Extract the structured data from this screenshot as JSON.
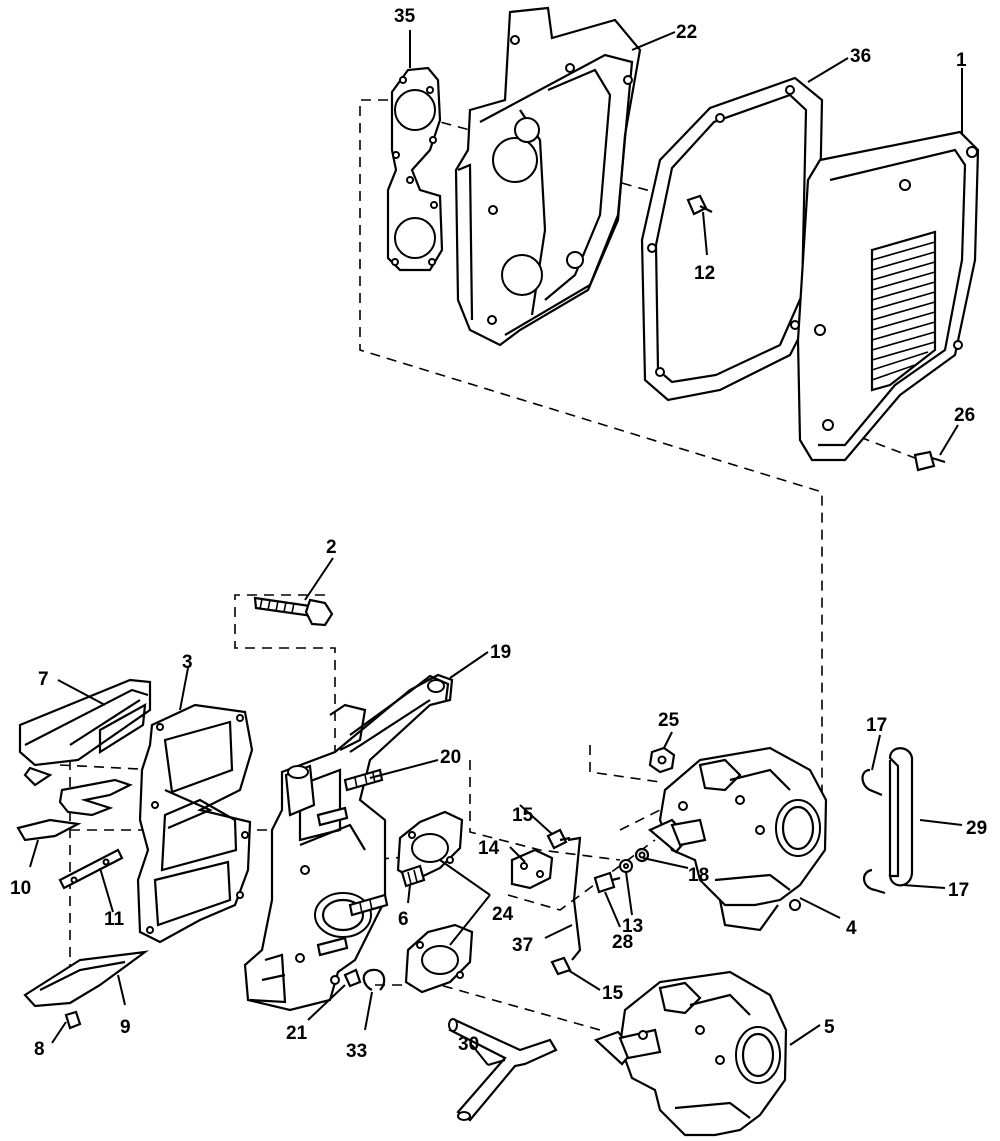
{
  "diagram": {
    "labels": [
      {
        "id": "p35",
        "text": "35"
      },
      {
        "id": "p22",
        "text": "22"
      },
      {
        "id": "p36",
        "text": "36"
      },
      {
        "id": "p1",
        "text": "1"
      },
      {
        "id": "p12",
        "text": "12"
      },
      {
        "id": "p26",
        "text": "26"
      },
      {
        "id": "p2",
        "text": "2"
      },
      {
        "id": "p19",
        "text": "19"
      },
      {
        "id": "p7",
        "text": "7"
      },
      {
        "id": "p3",
        "text": "3"
      },
      {
        "id": "p20",
        "text": "20"
      },
      {
        "id": "p25",
        "text": "25"
      },
      {
        "id": "p17a",
        "text": "17"
      },
      {
        "id": "p29",
        "text": "29"
      },
      {
        "id": "p15a",
        "text": "15"
      },
      {
        "id": "p14",
        "text": "14"
      },
      {
        "id": "p18",
        "text": "18"
      },
      {
        "id": "p10",
        "text": "10"
      },
      {
        "id": "p11",
        "text": "11"
      },
      {
        "id": "p6",
        "text": "6"
      },
      {
        "id": "p24",
        "text": "24"
      },
      {
        "id": "p13",
        "text": "13"
      },
      {
        "id": "p28",
        "text": "28"
      },
      {
        "id": "p4",
        "text": "4"
      },
      {
        "id": "p17b",
        "text": "17"
      },
      {
        "id": "p37",
        "text": "37"
      },
      {
        "id": "p15b",
        "text": "15"
      },
      {
        "id": "p9",
        "text": "9"
      },
      {
        "id": "p21",
        "text": "21"
      },
      {
        "id": "p33",
        "text": "33"
      },
      {
        "id": "p30",
        "text": "30"
      },
      {
        "id": "p5",
        "text": "5"
      },
      {
        "id": "p8",
        "text": "8"
      }
    ]
  }
}
